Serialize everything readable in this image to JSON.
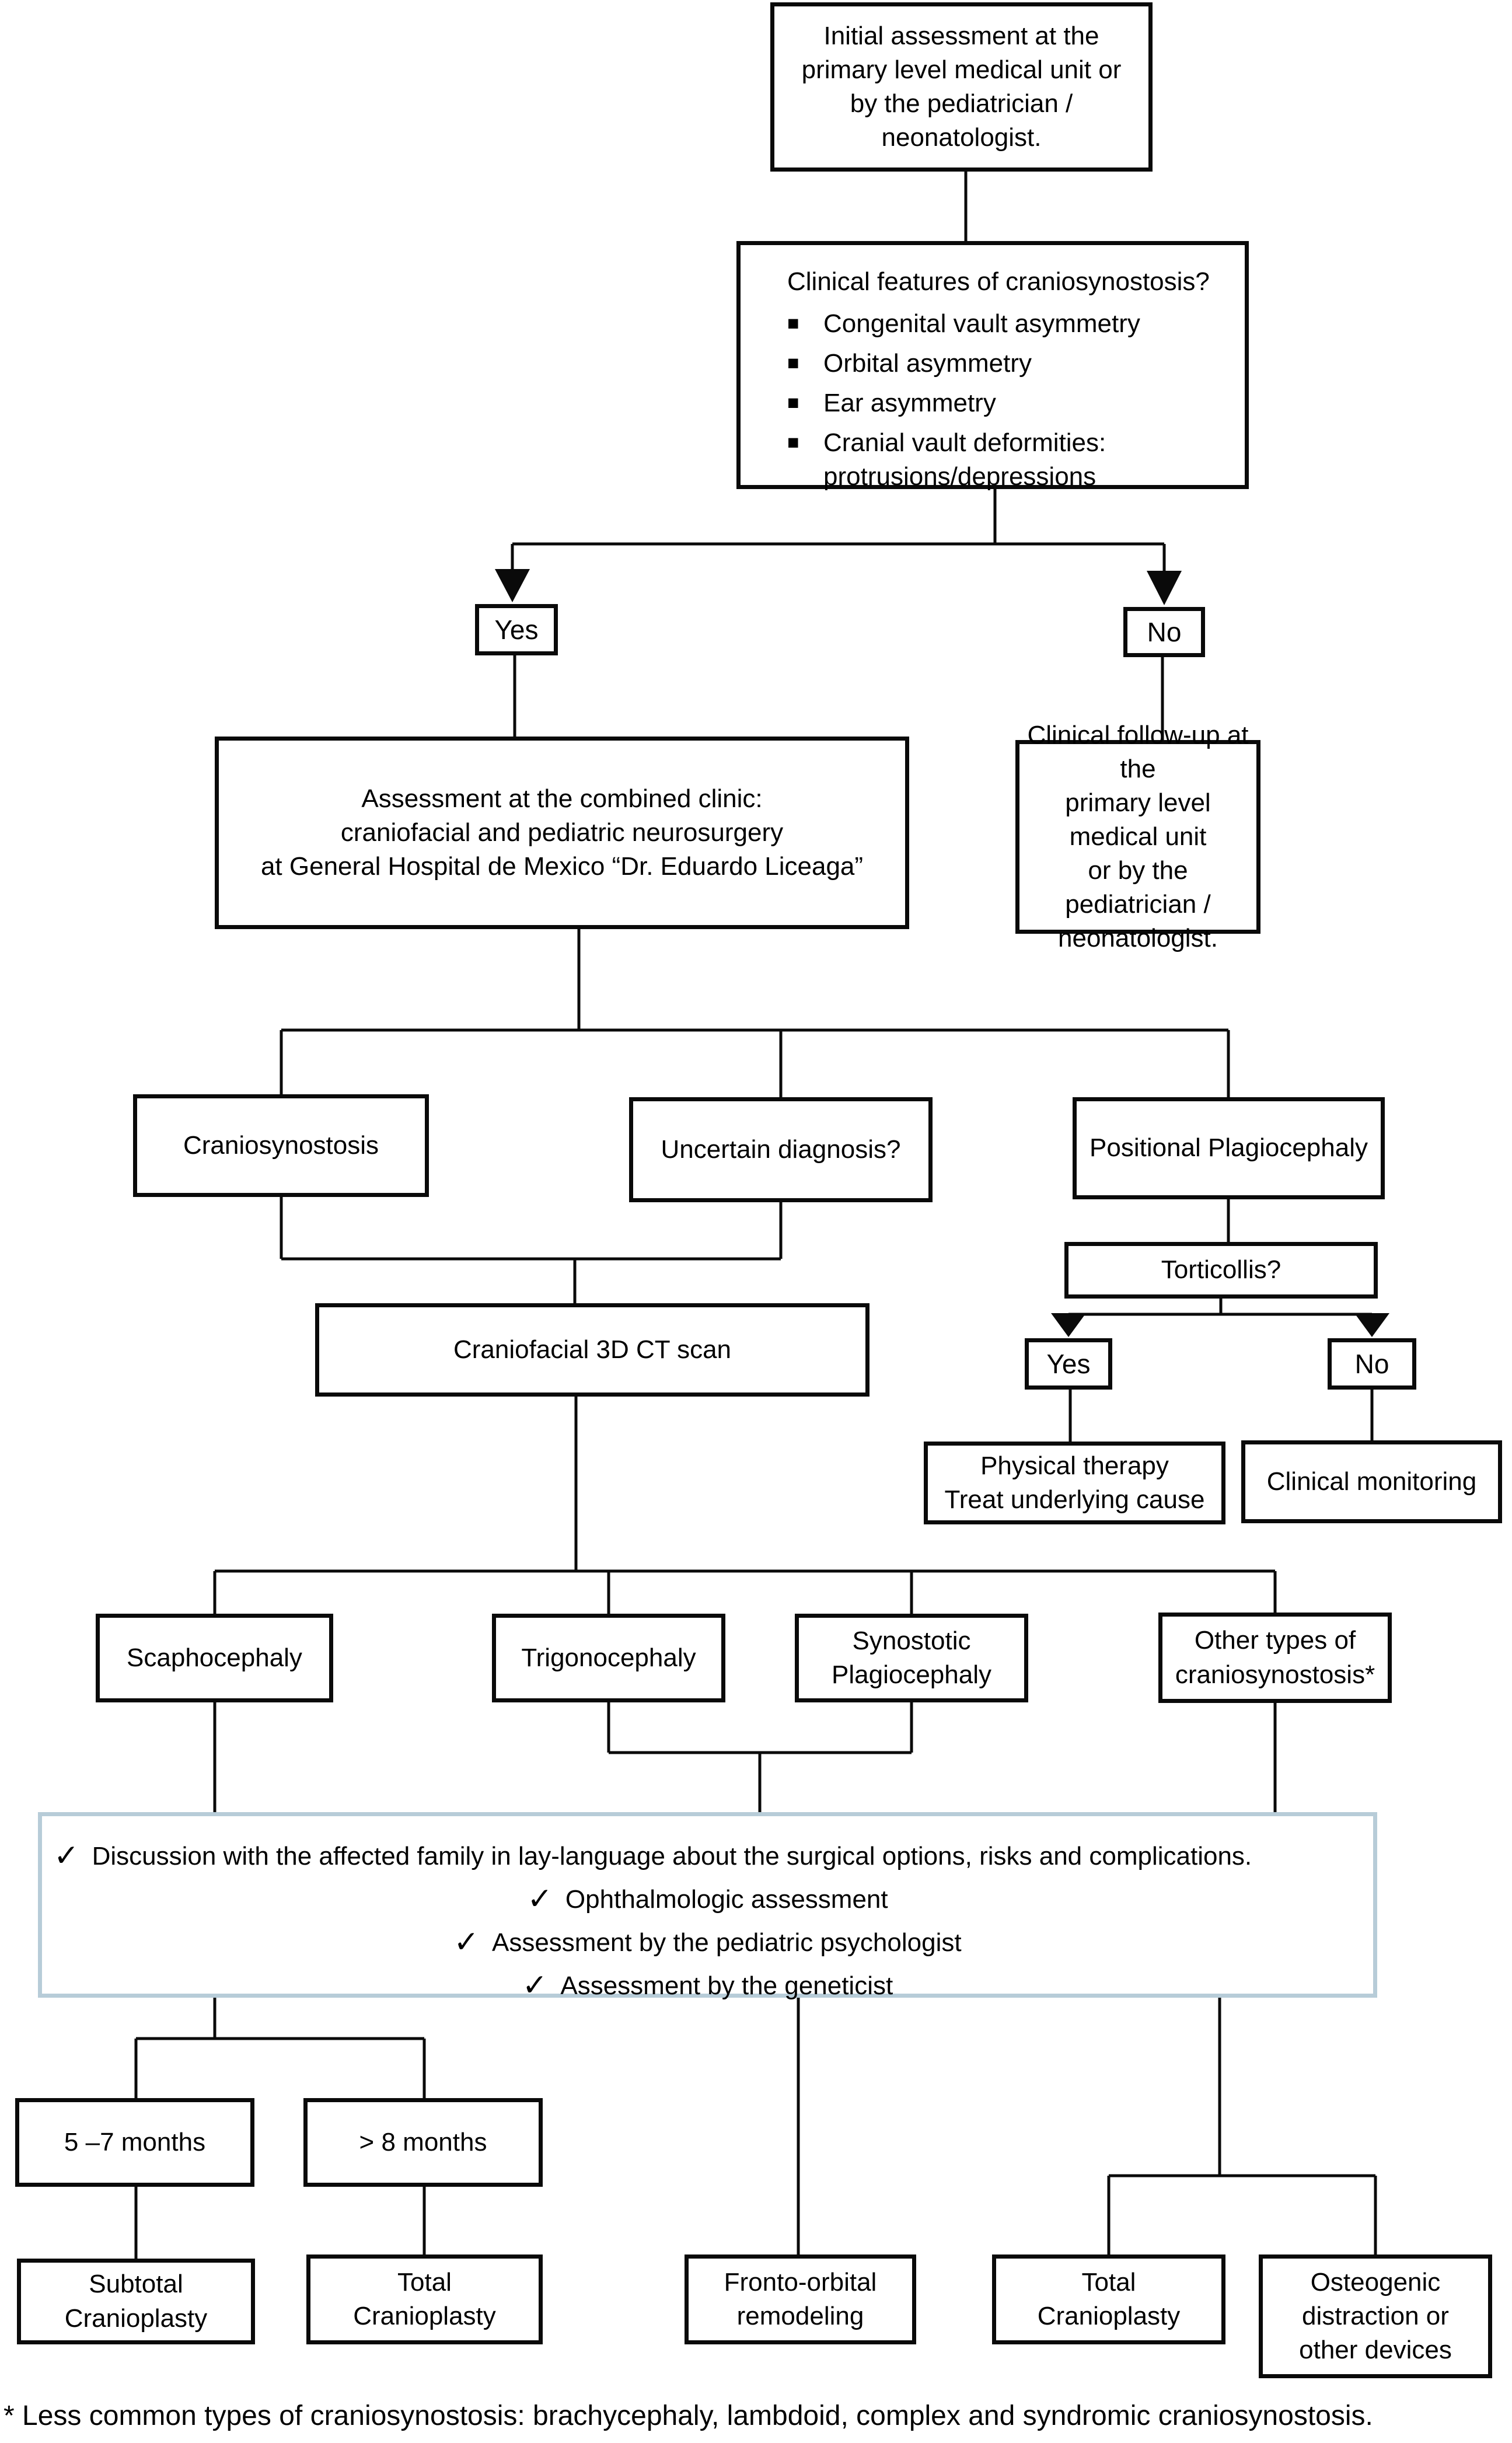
{
  "nodes": {
    "initial": "Initial assessment at the\nprimary level medical unit or\nby the pediatrician /\nneonatologist.",
    "clinical_features": {
      "title": "Clinical features of craniosynostosis?",
      "bullets": [
        "Congenital vault asymmetry",
        "Orbital asymmetry",
        "Ear asymmetry",
        "Cranial vault deformities:\nprotrusions/depressions"
      ]
    },
    "branch1_yes": "Yes",
    "branch1_no": "No",
    "combined_clinic": "Assessment at the combined clinic:\ncraniofacial and pediatric neurosurgery\nat General Hospital de Mexico “Dr. Eduardo Liceaga”",
    "followup": "Clinical follow-up at the\nprimary level medical unit\nor by the pediatrician /\nneonatologist.",
    "craniosynostosis": "Craniosynostosis",
    "uncertain": "Uncertain diagnosis?",
    "positional": "Positional Plagiocephaly",
    "ct_scan": "Craniofacial 3D CT scan",
    "torticollis": "Torticollis?",
    "torticollis_yes": "Yes",
    "torticollis_no": "No",
    "physical_therapy": "Physical therapy\nTreat underlying cause",
    "clinical_monitoring": "Clinical monitoring",
    "scaphocephaly": "Scaphocephaly",
    "trigonocephaly": "Trigonocephaly",
    "synostotic_plagiocephaly": "Synostotic\nPlagiocephaly",
    "other_types": "Other types of\ncraniosynostosis*",
    "checklist": {
      "items": [
        "Discussion with the affected family in lay-language about the surgical options, risks and complications.",
        "Ophthalmologic assessment",
        "Assessment by the pediatric psychologist",
        "Assessment by the geneticist"
      ]
    },
    "months_5_7": "5 –7 months",
    "months_over_8": "> 8 months",
    "subtotal_cranioplasty": "Subtotal\nCranioplasty",
    "total_cranioplasty_1": "Total\nCranioplasty",
    "fronto_orbital": "Fronto-orbital\nremodeling",
    "total_cranioplasty_2": "Total\nCranioplasty",
    "osteogenic": "Osteogenic\ndistraction or\nother devices"
  },
  "icons": {
    "bullet": "■",
    "check": "✓"
  },
  "footnote": "* Less common types of craniosynostosis: brachycephaly, lambdoid, complex and syndromic craniosynostosis.",
  "colors": {
    "background": "#ffffff",
    "ink": "#000000",
    "line": "#0a0a0a",
    "box_border": "#0a0a0a",
    "highlight_border": "#b7ccd8"
  }
}
